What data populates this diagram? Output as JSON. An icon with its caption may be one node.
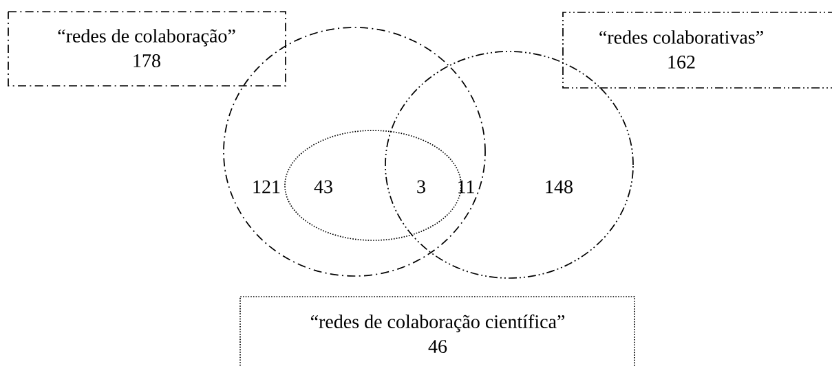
{
  "diagram": {
    "nodes": [
      {
        "text": [
          "“redes de colaboração”",
          "178"
        ]
      },
      {
        "text": [
          "“redes colaborativas”",
          "162"
        ]
      },
      {
        "text": [
          "“redes de colaboração científica”",
          "46"
        ]
      },
      {
        "text": [],
        "shape": "circle"
      },
      {
        "text": [],
        "shape": "circle"
      },
      {
        "text": [],
        "shape": "circle",
        "in": 3
      }
    ],
    "labels": [
      "121",
      "43",
      "3",
      "11",
      "148"
    ]
  }
}
